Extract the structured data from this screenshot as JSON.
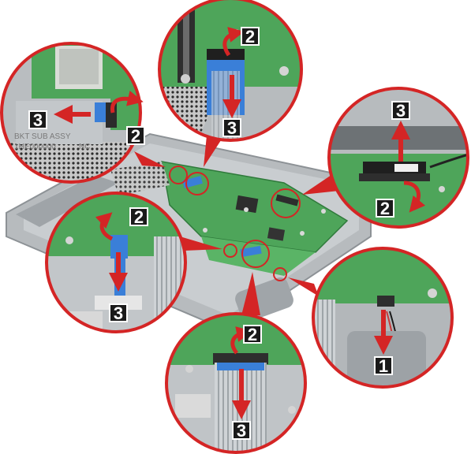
{
  "figure": {
    "step_labels": {
      "top_pull": "2",
      "top_remove": "3",
      "wlan_pull": "2",
      "wlan_remove": "3",
      "right_remove": "3",
      "right_pull": "2",
      "left_pull": "2",
      "left_remove": "3",
      "bottom_pull": "2",
      "bottom_remove": "3",
      "speaker_remove": "1"
    },
    "board_text": {
      "assy_label": "BKT SUB ASSY",
      "assy_code": "NC",
      "assy_partial": "1HE000000"
    }
  },
  "colors": {
    "callout_ring": "#d42525",
    "arrow": "#d42525",
    "step_badge": "#1a1a1a",
    "board_green": "#4ea55a",
    "board_green_dark": "#3f8f4b",
    "chassis_gray": "#a9adb0",
    "chassis_dark": "#6d7275",
    "flex_cable_blue": "#3a7fd8"
  },
  "icons": [
    "arrow-down-icon",
    "arrow-up-icon",
    "arrow-left-icon",
    "curved-arrow-icon"
  ]
}
